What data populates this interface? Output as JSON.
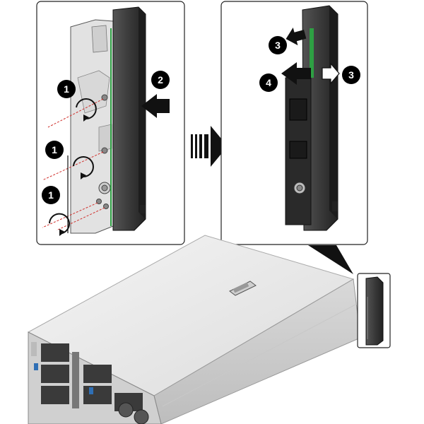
{
  "figure": {
    "left_panel": {
      "steps": [
        {
          "label": "1",
          "meaning": "remove-screw"
        },
        {
          "label": "1",
          "meaning": "remove-screw"
        },
        {
          "label": "1",
          "meaning": "remove-screw"
        },
        {
          "label": "2",
          "meaning": "push-ear-inward"
        }
      ]
    },
    "right_panel": {
      "steps": [
        {
          "label": "3",
          "meaning": "pry-up-left"
        },
        {
          "label": "4",
          "meaning": "pull-out"
        },
        {
          "label": "3",
          "meaning": "pry-up-right"
        }
      ]
    },
    "colors": {
      "step_marker": "#000000",
      "screw_line": "#d0312d",
      "latch_green": "#2ea043",
      "chassis_top": "#e8e8e8",
      "ear_dark": "#3a3a3a"
    }
  }
}
